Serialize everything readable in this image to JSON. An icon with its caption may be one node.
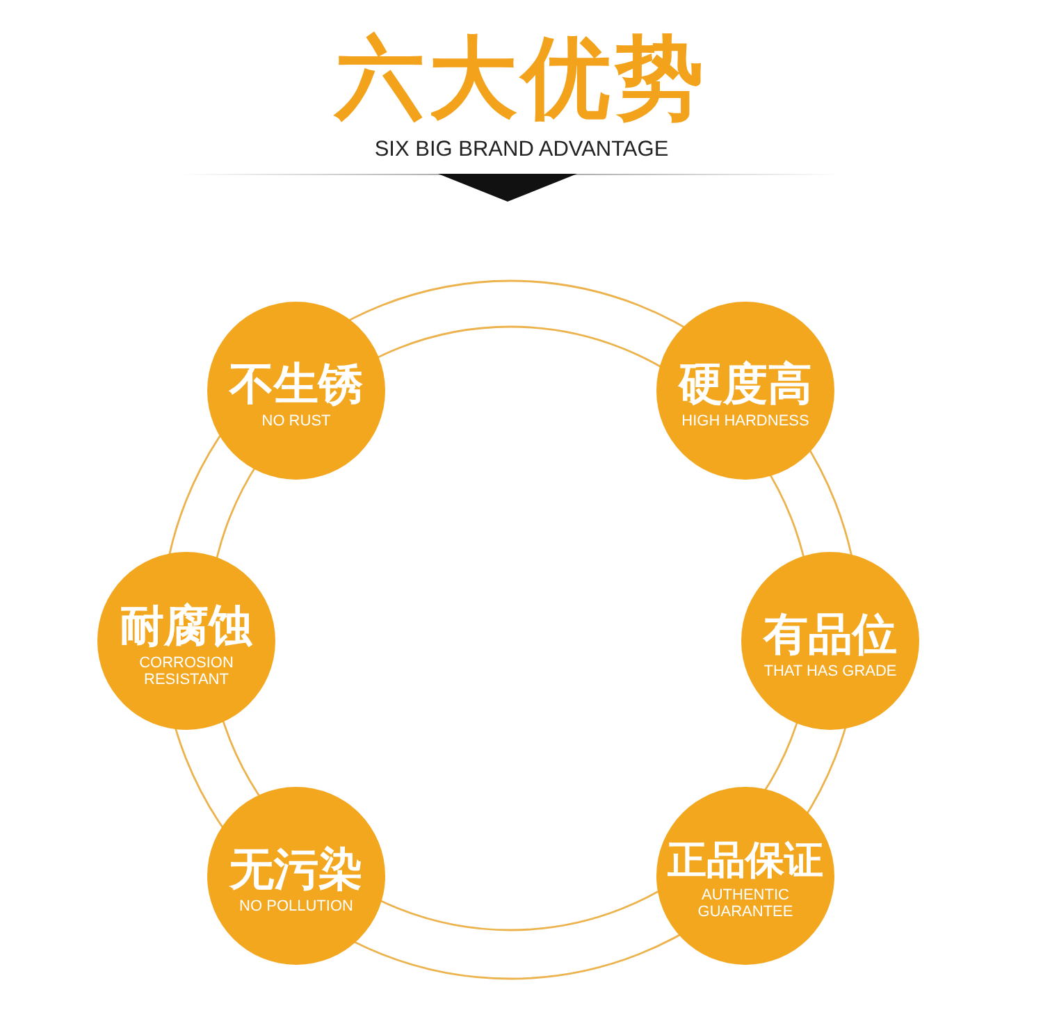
{
  "diagram": {
    "title": "六大优势",
    "nodes": [
      {
        "text": [
          "不生锈",
          "NO RUST"
        ]
      },
      {
        "text": [
          "硬度高",
          "HIGH HARDNESS"
        ]
      },
      {
        "text": [
          "耐腐蚀",
          "CORROSION RESISTANT"
        ]
      },
      {
        "text": [
          "有品位",
          "THAT HAS GRADE"
        ]
      },
      {
        "text": [
          "无污染",
          "NO POLLUTION"
        ]
      },
      {
        "text": [
          "正品保证",
          "AUTHENTIC GUARANTEE"
        ]
      }
    ],
    "labels": [
      "SIX BIG BRAND ADVANTAGE"
    ]
  }
}
